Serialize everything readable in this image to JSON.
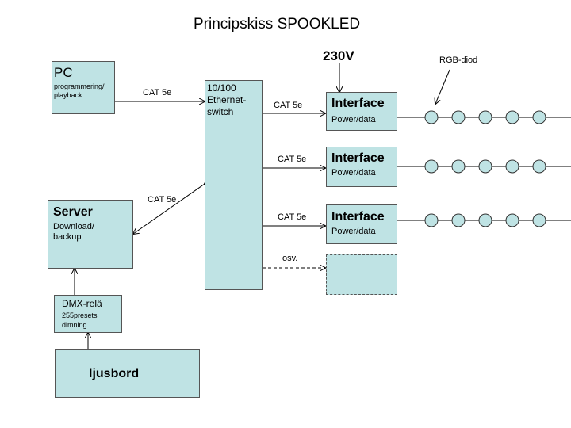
{
  "title": "Principskiss SPOOKLED",
  "power_label": "230V",
  "rgb_label": "RGB-diod",
  "pc": {
    "title": "PC",
    "subtitle_line1": "programmering/",
    "subtitle_line2": "playback"
  },
  "switch": {
    "line1": "10/100",
    "line2": "Ethernet-",
    "line3": "switch"
  },
  "server": {
    "title": "Server",
    "line1": "Download/",
    "line2": "backup"
  },
  "dmx": {
    "title": "DMX-relä",
    "line1": "255presets",
    "line2": "dimning"
  },
  "ljusbord": {
    "title": "ljusbord"
  },
  "interfaces": [
    {
      "title": "Interface",
      "subtitle": "Power/data",
      "link_label": "CAT 5e",
      "led_count": 5
    },
    {
      "title": "Interface",
      "subtitle": "Power/data",
      "link_label": "CAT 5e",
      "led_count": 5
    },
    {
      "title": "Interface",
      "subtitle": "Power/data",
      "link_label": "CAT 5e",
      "led_count": 5
    }
  ],
  "links": {
    "pc_switch": "CAT 5e",
    "server_switch": "CAT 5e",
    "extra": "osv."
  },
  "colors": {
    "box_fill": "#bfe3e4",
    "line": "#000000"
  }
}
